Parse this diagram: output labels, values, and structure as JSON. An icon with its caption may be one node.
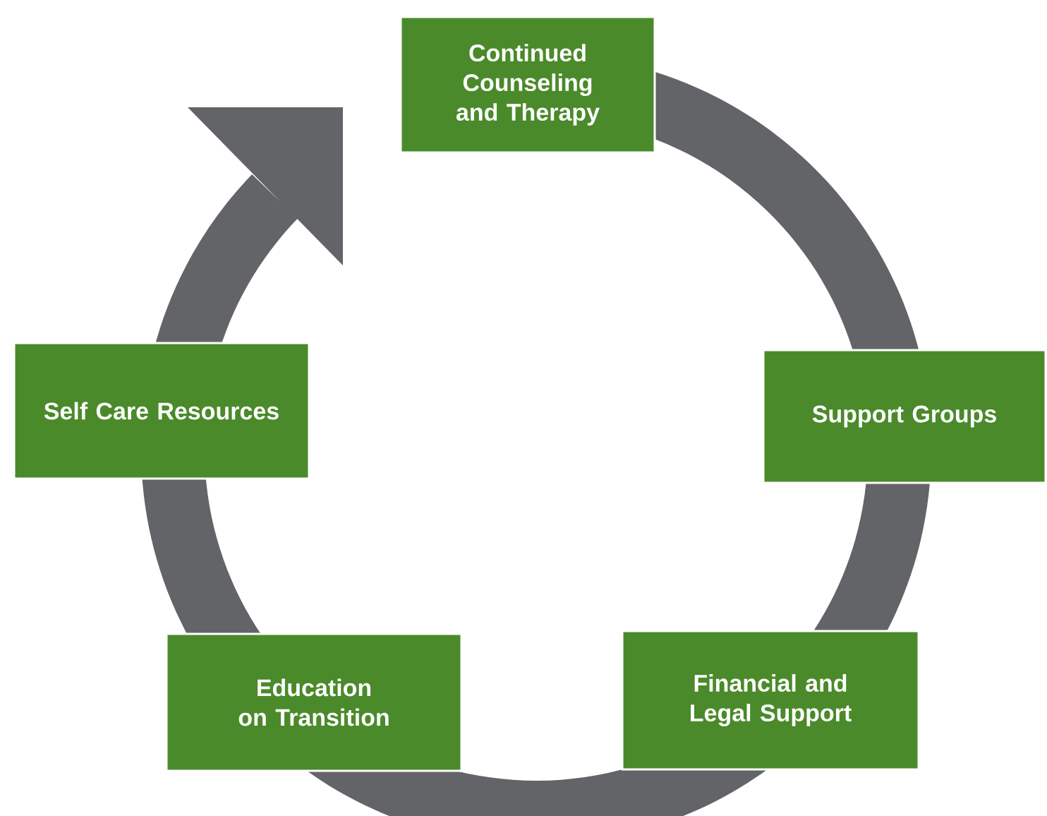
{
  "diagram": {
    "nodes": [
      {
        "text": [
          "Continued Counseling and Therapy"
        ]
      },
      {
        "text": [
          "Self Care Resources"
        ]
      },
      {
        "text": [
          "Support Groups"
        ]
      },
      {
        "text": [
          "Education on Transition"
        ]
      },
      {
        "text": [
          "Financial and Legal Support"
        ]
      }
    ]
  }
}
